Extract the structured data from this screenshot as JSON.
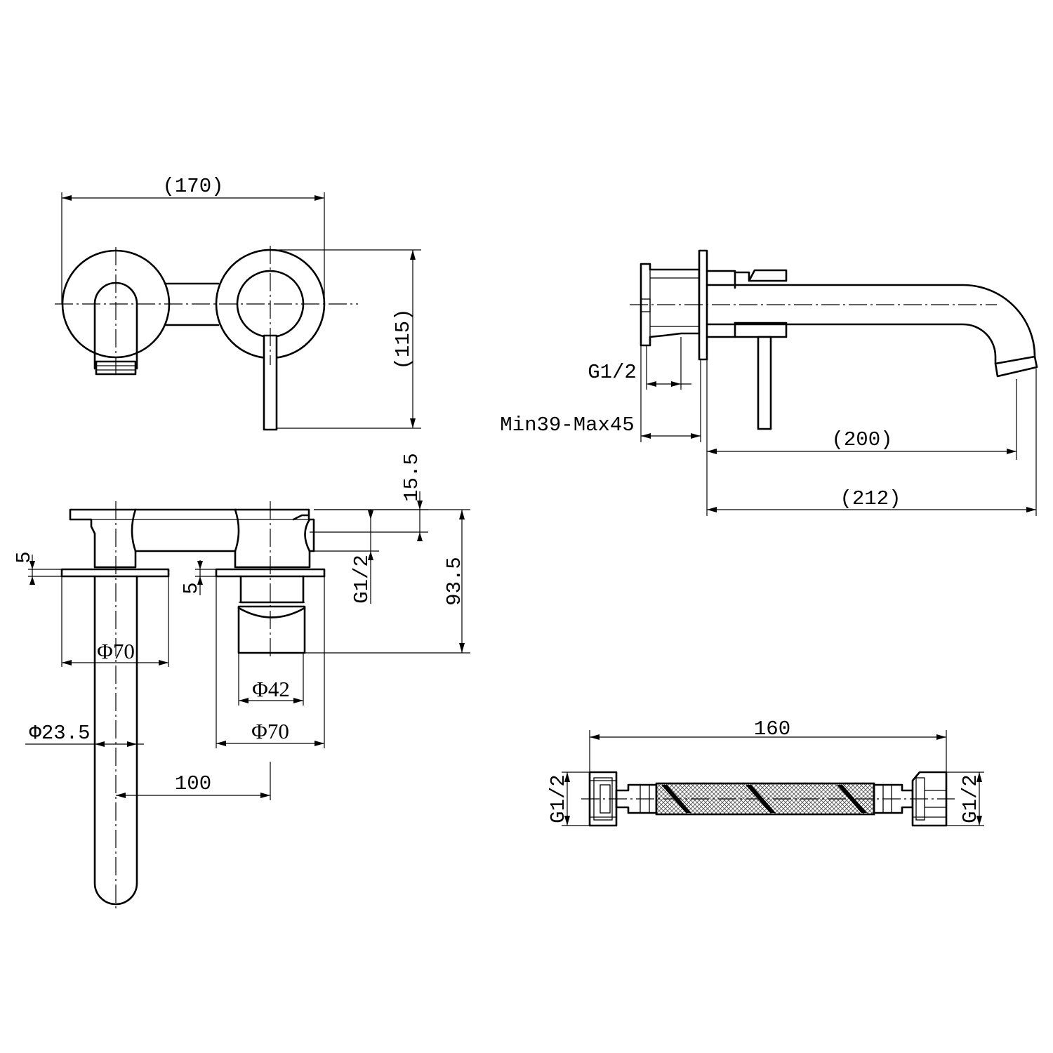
{
  "colors": {
    "line": "#000000",
    "paper": "#ffffff"
  },
  "front_view": {
    "width": "(170)",
    "height": "(115)"
  },
  "side_view": {
    "thread": "G1/2",
    "wall_range": "Min39-Max45",
    "spout_reach": "(200)",
    "overall_reach": "(212)"
  },
  "top_view": {
    "plate_gap": "15.5",
    "depth": "93.5",
    "thread": "G1/2",
    "offset_left": "5",
    "offset_right": "5",
    "plate_dia_left": "Φ70",
    "body_dia": "Φ42",
    "plate_dia_right": "Φ70",
    "spout_dia": "Φ23.5",
    "centers": "100"
  },
  "hose": {
    "length": "160",
    "thread_left": "G1/2",
    "thread_right": "G1/2"
  }
}
